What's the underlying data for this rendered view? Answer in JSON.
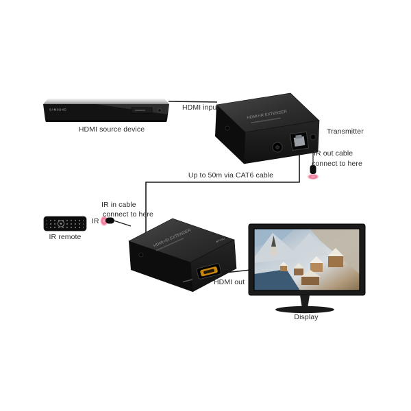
{
  "labels": {
    "source_device": "HDMI source device",
    "hdmi_input": "HDMI input",
    "transmitter": "Transmitter",
    "ir_out_cable": "IR out cable",
    "ir_out_connect": "connect to here",
    "cat6": "Up to 50m via CAT6 cable",
    "ir_in_cable": "IR in cable",
    "ir_in_connect": "connect to here",
    "ir": "IR",
    "ir_remote": "IR remote",
    "hdmi_out": "HDMI out",
    "display": "Display"
  },
  "devices": {
    "source_player_brand": "SAMSUNG",
    "extender_top_text": "HDMI+IR EXTENDER",
    "extender_brand": "MT-VIKI"
  },
  "colors": {
    "line": "#1a1a1a",
    "label_text": "#2a2a2a",
    "ir_glow": "#ee6e92",
    "hdmi_port_gold": "#c8860a",
    "box_top": "#3a3a3a",
    "box_front": "#1b1b1b"
  }
}
